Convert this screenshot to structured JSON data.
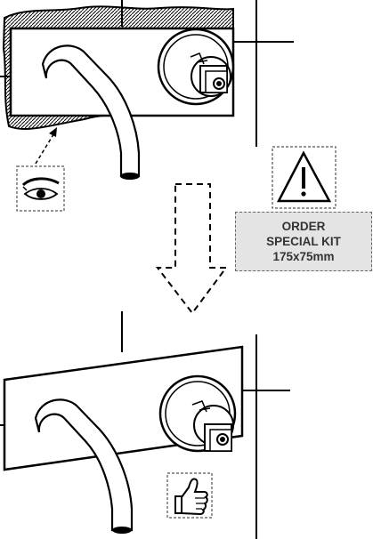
{
  "notice": {
    "lines": [
      "ORDER",
      "SPECIAL KIT",
      "175x75mm"
    ],
    "background": "#e4e4e4",
    "text_color": "#333333"
  },
  "icons": {
    "warning": "warning-triangle-icon",
    "inspect": "eye-icon",
    "approve": "thumbs-up-icon",
    "transition": "dashed-down-arrow-icon"
  }
}
